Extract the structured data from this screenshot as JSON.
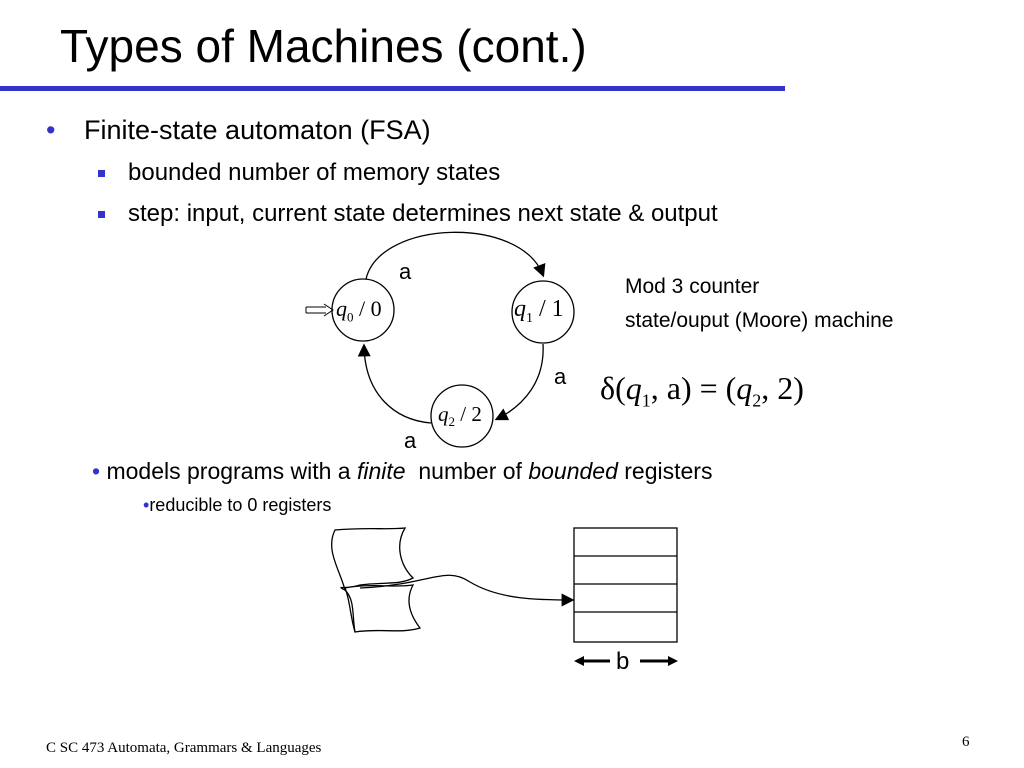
{
  "slide": {
    "title": "Types of Machines (cont.)",
    "bullet1": "Finite-state automaton (FSA)",
    "sub1": "bounded number of memory states",
    "sub2": "step: input, current state determines next state & output",
    "bullet2_parts": [
      "models programs with a ",
      "finite",
      "  number of ",
      "bounded",
      " registers"
    ],
    "sub3": "reducible to 0 registers"
  },
  "diagram": {
    "states": [
      {
        "q": "q",
        "sub": "0",
        "out": "/ 0"
      },
      {
        "q": "q",
        "sub": "1",
        "out": "/ 1"
      },
      {
        "q": "q",
        "sub": "2",
        "out": "/ 2"
      }
    ],
    "transition_labels": [
      "a",
      "a",
      "a"
    ],
    "caption_line1": "Mod 3 counter",
    "caption_line2": "state/ouput (Moore) machine",
    "delta": {
      "pre": "δ(",
      "q1": "q",
      "q1sub": "1",
      "mid": ", a) = (",
      "q2": "q",
      "q2sub": "2",
      "post": ", 2)"
    }
  },
  "register": {
    "width_label": "b"
  },
  "footer": {
    "course": "C SC 473 Automata, Grammars & Languages",
    "page": "6"
  },
  "colors": {
    "accent": "#3333cc",
    "ink": "#000000"
  }
}
